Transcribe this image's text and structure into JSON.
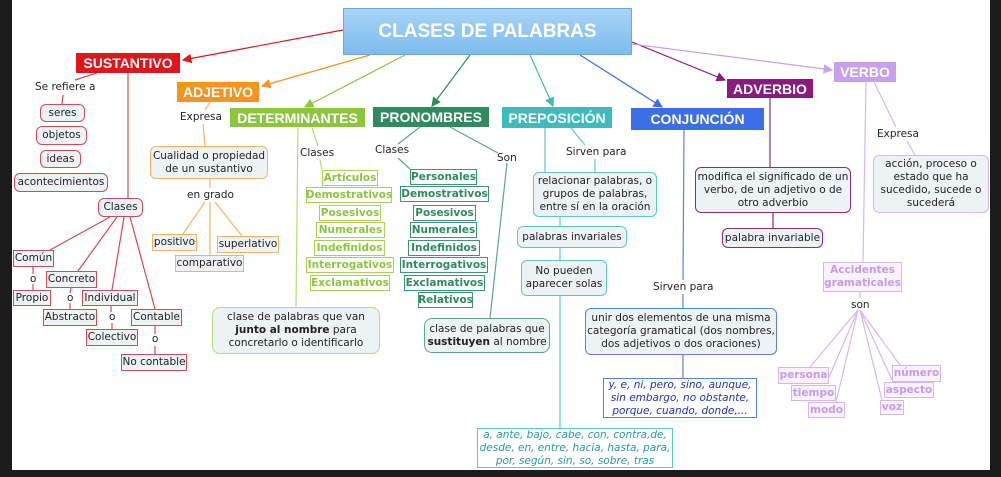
{
  "title": "CLASES DE PALABRAS",
  "colors": {
    "sustantivo": "#e4141b",
    "adjetivo": "#f7941d",
    "determinantes": "#8cc63f",
    "pronombres": "#2e8b5e",
    "preposicion": "#3cbcbc",
    "conjuncion": "#3c6ee8",
    "adverbio": "#8b1a7e",
    "verbo": "#c9a0ee"
  },
  "sustantivo": {
    "label": "SUSTANTIVO",
    "link": "Se refiere a",
    "refs": [
      "seres",
      "objetos",
      "ideas",
      "acontecimientos"
    ],
    "clases": "Clases",
    "types": [
      "Común",
      "Propio",
      "Concreto",
      "Abstracto",
      "Individual",
      "Colectivo",
      "Contable",
      "No contable"
    ],
    "or": "o"
  },
  "adjetivo": {
    "label": "ADJETIVO",
    "link": "Expresa",
    "desc": "Cualidad o propiedad de un sustantivo",
    "link2": "en grado",
    "grados": [
      "positivo",
      "comparativo",
      "superlativo"
    ]
  },
  "determinantes": {
    "label": "DETERMINANTES",
    "link": "Clases",
    "clases": [
      "Artículos",
      "Demostrativos",
      "Posesivos",
      "Numerales",
      "Indefinidos",
      "Interrogativos",
      "Exclamativos"
    ],
    "desc_a": "clase de palabras que van ",
    "desc_b": "junto al nombre",
    "desc_c": " para concretarlo o identificarlo"
  },
  "pronombres": {
    "label": "PRONOMBRES",
    "link": "Clases",
    "link2": "Son",
    "clases": [
      "Personales",
      "Demostrativos",
      "Posesivos",
      "Numerales",
      "Indefinidos",
      "Interrogativos",
      "Exclamativos",
      "Relativos"
    ],
    "desc_a": "clase de palabras que ",
    "desc_b": "sustituyen",
    "desc_c": " al nombre"
  },
  "preposicion": {
    "label": "PREPOSICIÓN",
    "link": "Sirven para",
    "desc": "relacionar palabras, o grupos de palabras, entre sí en la oración",
    "inv": "palabras invariales",
    "solas": "No pueden aparecer solas",
    "list": "a, ante, bajo, cabe, con, contra,de, desde, en, entre, hacia, hasta, para, por, según, sin, so, sobre, tras"
  },
  "conjuncion": {
    "label": "CONJUNCIÓN",
    "link": "Sirven para",
    "desc": "unir dos elementos de una misma categoría gramatical (dos nombres, dos adjetivos o dos oraciones)",
    "list": "y, e, ni, pero, sino, aunque, sin embargo, no obstante, porque, cuando, donde,..."
  },
  "adverbio": {
    "label": "ADVERBIO",
    "desc": "modifica el significado de un verbo, de un adjetivo o de otro adverbio",
    "inv": "palabra invariable"
  },
  "verbo": {
    "label": "VERBO",
    "link": "Expresa",
    "desc": "acción, proceso o estado que ha sucedido, sucede o sucederá",
    "acc": "Accidentes gramaticales",
    "link2": "son",
    "items": [
      "persona",
      "tiempo",
      "modo",
      "número",
      "aspecto",
      "voz"
    ]
  }
}
